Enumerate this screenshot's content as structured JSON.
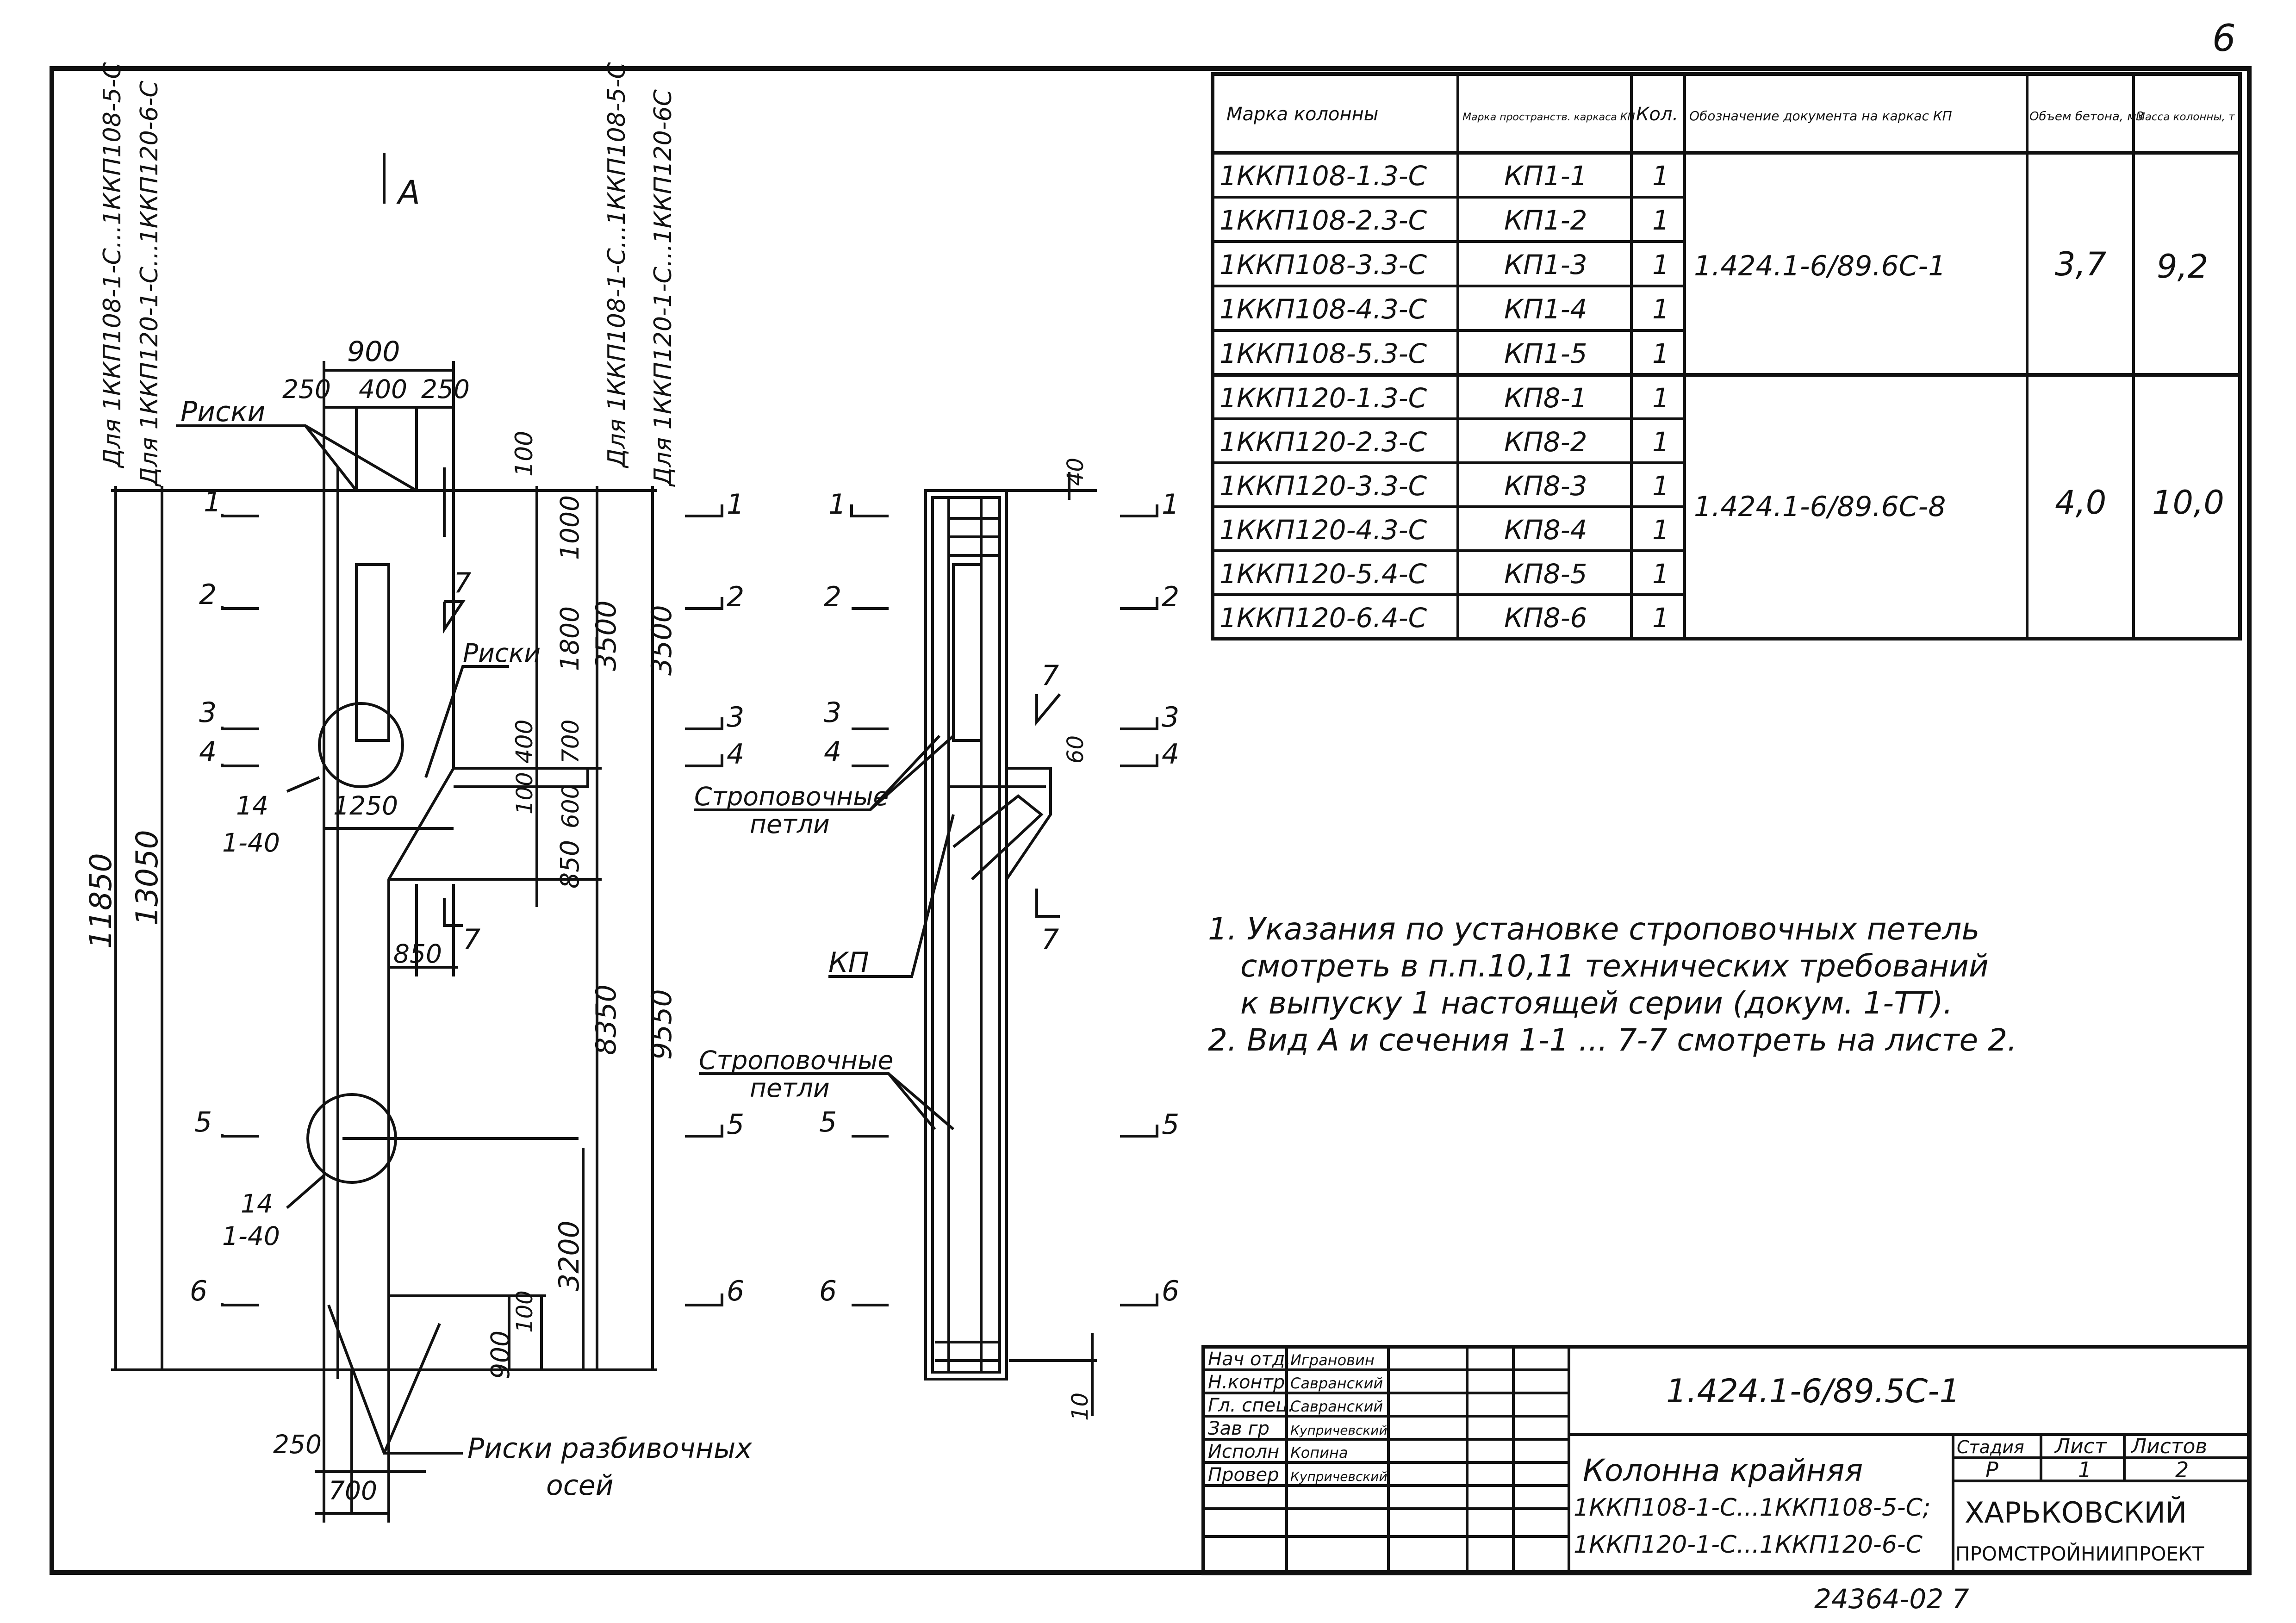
{
  "sheet": {
    "page_number": "6",
    "bottom_code": "24364-02   7"
  },
  "view_labels": {
    "view_a": "А",
    "risk_top": "Риски",
    "risk_mid": "Риски",
    "lifting_loops_1": "Строповочные",
    "lifting_loops_1b": "петли",
    "lifting_loops_2": "Строповочные",
    "lifting_loops_2b": "петли",
    "kp": "КП",
    "axis_marks": "Риски разбивочных",
    "axis_marks_2": "осей",
    "detail_1a": "14",
    "detail_1b": "1-40",
    "detail_2a": "14",
    "detail_2b": "1-40",
    "for_1": "Для 1ККП108-1-С...1ККП108-5-С",
    "for_2": "Для 1ККП120-1-С...1ККП120-6-С",
    "for_3": "Для 1ККП108-1-С...1ККП108-5-С",
    "for_4": "Для 1ККП120-1-С...1ККП120-6С"
  },
  "dims": {
    "d900": "900",
    "d250a": "250",
    "d400": "400",
    "d250b": "250",
    "d100a": "100",
    "d1000": "1000",
    "d1800": "1800",
    "d3500a": "3500",
    "d3500b": "3500",
    "d400b": "400",
    "d700": "700",
    "d100b": "100",
    "d600": "600",
    "d850a": "850",
    "d1250": "1250",
    "d850b": "850",
    "d11850": "11850",
    "d13050": "13050",
    "d8350": "8350",
    "d9550": "9550",
    "d3200": "3200",
    "d100c": "100",
    "d900b": "900",
    "d250c": "250",
    "d700b": "700",
    "d40": "40",
    "d60": "60",
    "d10": "10"
  },
  "sections": [
    "1",
    "2",
    "3",
    "4",
    "5",
    "6",
    "7"
  ],
  "table": {
    "headers": [
      "Марка колонны",
      "Марка пространств. каркаса КП",
      "Кол.",
      "Обозначение документа на каркас КП",
      "Объем бетона, м3",
      "Масса колонны, т"
    ],
    "rows": [
      [
        "1ККП108-1.3-С",
        "КП1-1",
        "1"
      ],
      [
        "1ККП108-2.3-С",
        "КП1-2",
        "1"
      ],
      [
        "1ККП108-3.3-С",
        "КП1-3",
        "1"
      ],
      [
        "1ККП108-4.3-С",
        "КП1-4",
        "1"
      ],
      [
        "1ККП108-5.3-С",
        "КП1-5",
        "1"
      ],
      [
        "1ККП120-1.3-С",
        "КП8-1",
        "1"
      ],
      [
        "1ККП120-2.3-С",
        "КП8-2",
        "1"
      ],
      [
        "1ККП120-3.3-С",
        "КП8-3",
        "1"
      ],
      [
        "1ККП120-4.3-С",
        "КП8-4",
        "1"
      ],
      [
        "1ККП120-5.4-С",
        "КП8-5",
        "1"
      ],
      [
        "1ККП120-6.4-С",
        "КП8-6",
        "1"
      ]
    ],
    "groups": [
      {
        "doc": "1.424.1-6/89.6С-1",
        "volume": "3,7",
        "mass": "9,2"
      },
      {
        "doc": "1.424.1-6/89.6С-8",
        "volume": "4,0",
        "mass": "10,0"
      }
    ]
  },
  "notes": {
    "line1": "1. Указания по установке строповочных петель",
    "line2": "смотреть в п.п.10,11 технических требований",
    "line3": "к выпуску 1 настоящей серии (докум. 1-ТТ).",
    "line4": "2. Вид А и сечения 1-1 ... 7-7 смотреть на листе 2."
  },
  "title_block": {
    "roles": [
      "Нач отд.",
      "Н.контр",
      "Гл. спец.",
      "Зав гр",
      "Исполн",
      "Провер"
    ],
    "names": [
      "Играновин",
      "Савранский",
      "Савранский",
      "Купричевский",
      "Копина",
      "Купричевский"
    ],
    "code": "1.424.1-6/89.5С-1",
    "title": "Колонна крайняя",
    "subtitle_1": "1ККП108-1-С...1ККП108-5-С;",
    "subtitle_2": "1ККП120-1-С...1ККП120-6-С",
    "stage_label": "Стадия",
    "sheet_label": "Лист",
    "sheets_label": "Листов",
    "stage": "Р",
    "sheet": "1",
    "sheets": "2",
    "org_1": "ХАРЬКОВСКИЙ",
    "org_2": "ПРОМСТРОЙНИИПРОЕКТ"
  }
}
